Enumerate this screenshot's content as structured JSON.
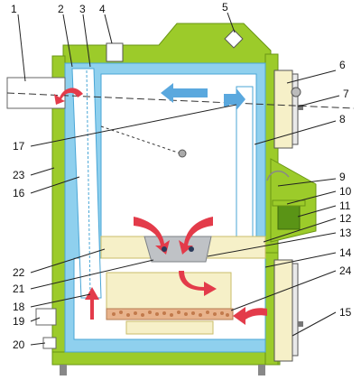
{
  "diagram": {
    "type": "boiler-cross-section",
    "colors": {
      "casing": "#9ccb2a",
      "casing_dark": "#7fae1a",
      "water_jacket": "#8fd0ee",
      "water_jacket_edge": "#4aa6d6",
      "insulation": "#f6f0c8",
      "grate_bed": "#e8b38c",
      "flame_arrow": "#e33b4a",
      "gas_arrow": "#5aa8de",
      "ash_tray": "#c7c7c7",
      "door_panel": "#ffffff"
    },
    "callouts": [
      {
        "n": "1"
      },
      {
        "n": "2"
      },
      {
        "n": "3"
      },
      {
        "n": "4"
      },
      {
        "n": "5"
      },
      {
        "n": "6"
      },
      {
        "n": "7"
      },
      {
        "n": "8"
      },
      {
        "n": "9"
      },
      {
        "n": "10"
      },
      {
        "n": "11"
      },
      {
        "n": "12"
      },
      {
        "n": "13"
      },
      {
        "n": "14"
      },
      {
        "n": "15"
      },
      {
        "n": "16"
      },
      {
        "n": "17"
      },
      {
        "n": "18"
      },
      {
        "n": "19"
      },
      {
        "n": "20"
      },
      {
        "n": "21"
      },
      {
        "n": "22"
      },
      {
        "n": "23"
      },
      {
        "n": "24"
      }
    ]
  }
}
